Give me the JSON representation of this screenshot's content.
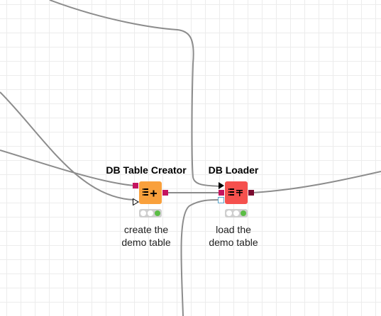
{
  "workflow": {
    "nodes": [
      {
        "title": "DB Table Creator",
        "label_line1": "create the",
        "label_line2": "demo table",
        "color": "#f9a03c",
        "icon": "table-plus-icon",
        "status": [
          "idle",
          "idle",
          "executed"
        ]
      },
      {
        "title": "DB Loader",
        "label_line1": "load the",
        "label_line2": "demo table",
        "color": "#f5504d",
        "icon": "table-load-icon",
        "status": [
          "idle",
          "idle",
          "executed"
        ]
      }
    ]
  },
  "colors": {
    "connection": "#8c8c8c",
    "db_port": "#c4145f",
    "executed_light": "#5bbd45",
    "status_bar": "#cfcfcf"
  }
}
